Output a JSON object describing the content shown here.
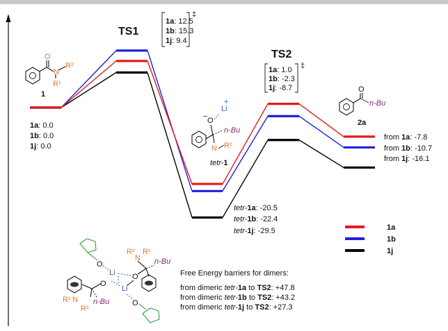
{
  "colors": {
    "line_1a": "#e31a1c",
    "line_1b": "#1f1fe0",
    "line_1j": "#000000"
  },
  "levels": {
    "start": {
      "compound_label": "1",
      "values": [
        {
          "name": "1a",
          "value": "0.0"
        },
        {
          "name": "1b",
          "value": "0.0"
        },
        {
          "name": "1j",
          "value": "0.0"
        }
      ]
    },
    "ts1": {
      "title": "TS1",
      "values": [
        {
          "name": "1a",
          "value": "12.5"
        },
        {
          "name": "1b",
          "value": "15.3"
        },
        {
          "name": "1j",
          "value": "9.4"
        }
      ],
      "dagger": "‡"
    },
    "int": {
      "compound_label_prefix": "tetr-",
      "compound_label_suffix": "1",
      "values": [
        {
          "prefix": "tetr-",
          "name": "1a",
          "value": "-20.5"
        },
        {
          "prefix": "tetr-",
          "name": "1b",
          "value": "-22.4"
        },
        {
          "prefix": "tetr-",
          "name": "1j",
          "value": "-29.5"
        }
      ]
    },
    "ts2": {
      "title": "TS2",
      "values": [
        {
          "name": "1a",
          "value": "1.0"
        },
        {
          "name": "1b",
          "value": "-2.3"
        },
        {
          "name": "1j",
          "value": "-8.7"
        }
      ],
      "dagger": "‡"
    },
    "product": {
      "compound_label": "2a",
      "values": [
        {
          "prefix": "from ",
          "name": "1a",
          "value": "-7.8"
        },
        {
          "prefix": "from ",
          "name": "1b",
          "value": "-10.7"
        },
        {
          "prefix": "from ",
          "name": "1j",
          "value": "-16.1"
        }
      ]
    }
  },
  "legend": [
    {
      "label": "1a",
      "color": "#e31a1c"
    },
    {
      "label": "1b",
      "color": "#1f1fe0"
    },
    {
      "label": "1j",
      "color": "#000000"
    }
  ],
  "dimers": {
    "title": "Free Energy barriers for dimers:",
    "rows": [
      {
        "pre": "from dimeric ",
        "it": "tetr-",
        "bold": "1a",
        "mid": " to ",
        "ts": "TS2",
        "val": ": +47.8"
      },
      {
        "pre": "from dimeric ",
        "it": "tetr-",
        "bold": "1b",
        "mid": " to ",
        "ts": "TS2",
        "val": ": +43.2"
      },
      {
        "pre": "from dimeric ",
        "it": "tetr-",
        "bold": "1j",
        "mid": "  to ",
        "ts": "TS2",
        "val": ": +27.3"
      }
    ]
  },
  "structures": {
    "amide_R2": "R²",
    "amide_R1": "R¹",
    "amide_N": "N",
    "amide_O": "O",
    "tetr_O": "O",
    "tetr_Li": "Li",
    "tetr_plus": "+",
    "tetr_minus": "−",
    "tetr_nBu": "n-Bu",
    "tetr_N": "N",
    "tetr_R2": "R²",
    "ketone_O": "O",
    "ketone_nBu": "n-Bu",
    "dimer_R2": "R²",
    "dimer_R1": "R¹",
    "dimer_N": "N",
    "dimer_nBu": "n-Bu",
    "dimer_O": "O",
    "dimer_Li": "Li",
    "dimer_R1b": "R¹",
    "dimer_Nb": "N",
    "dimer_nBub": "n-Bu",
    "dimer_R2b": "R²"
  }
}
